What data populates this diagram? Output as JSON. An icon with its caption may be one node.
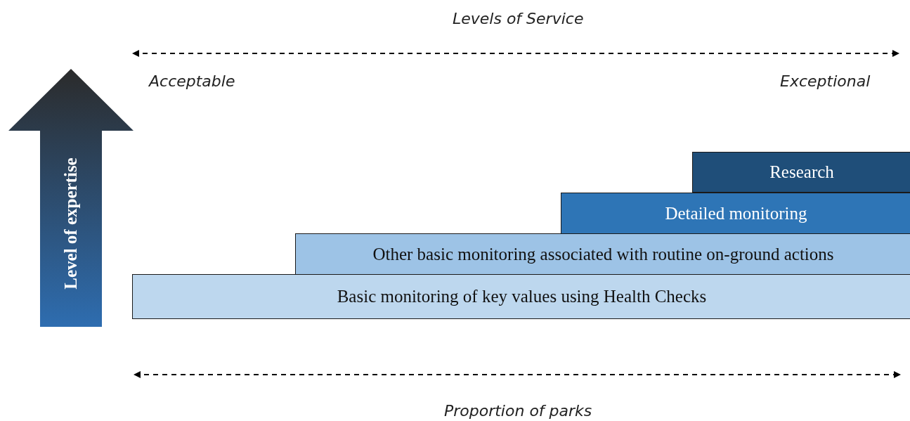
{
  "diagram": {
    "nodes": [
      {
        "text": [
          "Level of expertise"
        ]
      },
      {
        "text": [
          "Research"
        ]
      },
      {
        "text": [
          "Detailed monitoring"
        ]
      },
      {
        "text": [
          "Other basic monitoring associated with routine on-ground actions"
        ]
      },
      {
        "text": [
          "Basic monitoring of key values using Health Checks"
        ]
      }
    ],
    "labels": [
      "Levels of Service",
      "Acceptable",
      "Exceptional",
      "Proportion of parks"
    ]
  }
}
